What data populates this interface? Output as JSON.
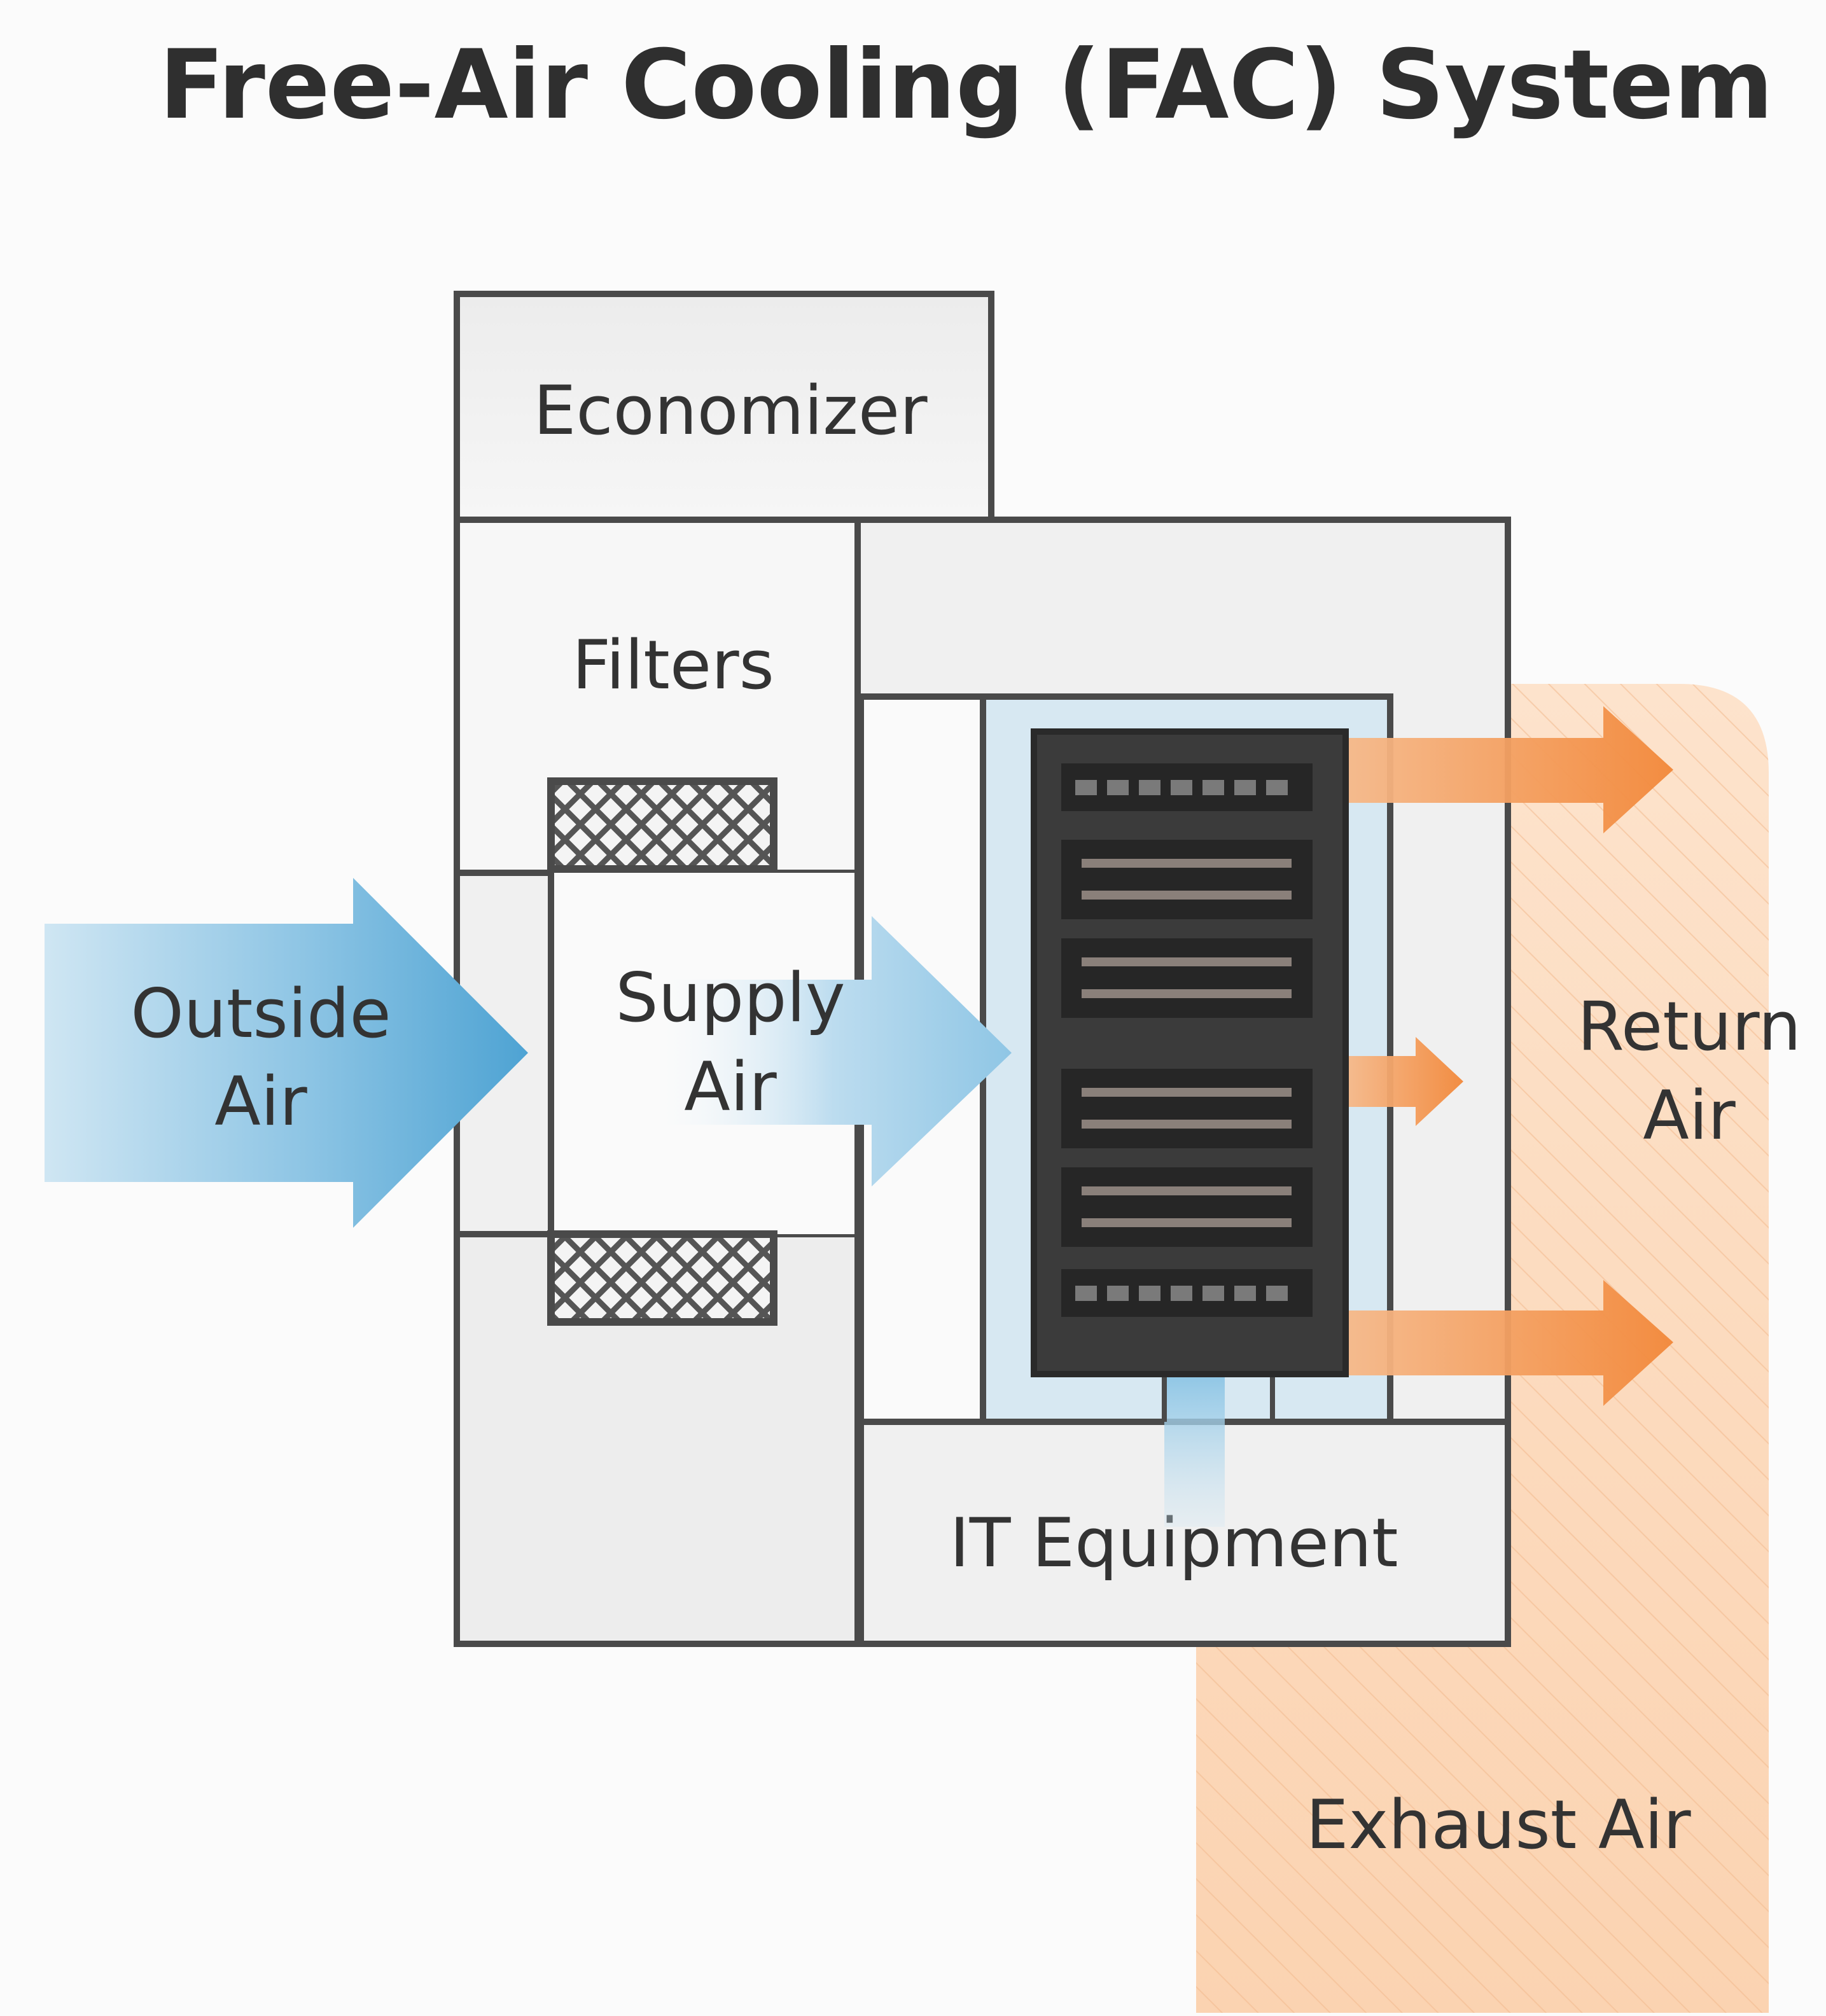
{
  "title": "Free-Air Cooling (FAC) System",
  "labels": {
    "economizer": "Economizer",
    "filters": "Filters",
    "outside_air_line1": "Outside",
    "outside_air_line2": "Air",
    "supply_air_line1": "Supply",
    "supply_air_line2": "Air",
    "return_air_line1": "Return",
    "return_air_line2": "Air",
    "it_equipment": "IT Equipment",
    "exhaust_air": "Exhaust Air"
  },
  "colors": {
    "cool_air": "#5aa9d6",
    "warm_air": "#f2883a",
    "exhaust_zone": "#fbd9bd",
    "rack": "#3d3d3d",
    "outline": "#4a4a4a"
  }
}
